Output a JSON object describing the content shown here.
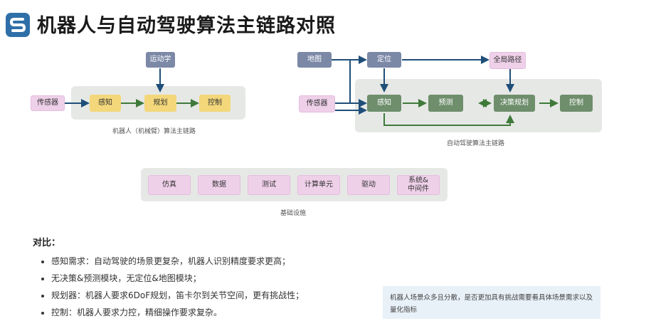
{
  "title": "机器人与自动驾驶算法主链路对照",
  "logo": {
    "icon": "s-logo-icon"
  },
  "robot_diagram": {
    "top_input": "运动学",
    "sensor": "传感器",
    "nodes": [
      "感知",
      "规划",
      "控制"
    ],
    "caption": "机器人（机械臂）算法主链路"
  },
  "ad_diagram": {
    "map": "地图",
    "localization": "定位",
    "global_path": "全局路径",
    "sensor": "传感器",
    "nodes": [
      "感知",
      "预测",
      "决策规划",
      "控制"
    ],
    "caption": "自动驾驶算法主链路"
  },
  "infra": {
    "items": [
      "仿真",
      "数据",
      "测试",
      "计算单元",
      "驱动",
      "系统&\n中间件"
    ],
    "caption": "基础设施"
  },
  "comparison": {
    "heading": "对比：",
    "bullets": [
      "感知需求：自动驾驶的场景更复杂，机器人识别精度要求更高；",
      "无决策&预测模块，无定位&地图模块；",
      "规划器：机器人要求6DoF规划，笛卡尔到关节空间，更有挑战性；",
      "控制：机器人要求力控，精细操作要求复杂。"
    ]
  },
  "note": "机器人场景众多且分散，是否更加具有挑战需要看具体场景需求以及量化指标",
  "colors": {
    "robot_node": "#f3d77a",
    "input_node": "#efd0e9",
    "blue_node": "#7b88a6",
    "green_node": "#6e8e6c",
    "panel": "#e6e8e5",
    "arrow": "#1f4e79",
    "green_arrow": "#3f7a3a",
    "logo": "#2f6fa8"
  }
}
